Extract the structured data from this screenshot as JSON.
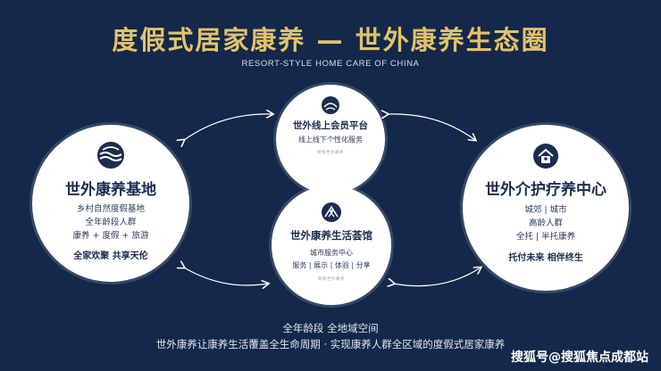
{
  "header": {
    "title": "度假式居家康养 — 世外康养生态圈",
    "subtitle": "RESORT-STYLE HOME CARE OF CHINA"
  },
  "nodes": {
    "left": {
      "title": "世外康养基地",
      "lines": [
        "乡村自然度假基地",
        "全年龄段人群",
        "康养 + 度假 + 旅游"
      ],
      "slogan": "全家欢聚  共享天伦",
      "icon": "wave-sun-logo-icon"
    },
    "right": {
      "title": "世外介护疗养中心",
      "lines": [
        "城郊 | 城市",
        "高龄人群",
        "全托 | 半托康养"
      ],
      "slogan": "托付未来  相伴终生",
      "icon": "house-person-icon"
    },
    "top": {
      "title": "世外线上会员平台",
      "line": "线上线下个性化服务",
      "tiny": "颐和世外康养",
      "icon": "globe-arc-icon"
    },
    "bottom": {
      "title": "世外康养生活荟馆",
      "lines": [
        "城市服务中心",
        "服务 | 展示 | 体验 | 分享"
      ],
      "tiny": "颐和世外康养",
      "icon": "mountain-person-icon"
    }
  },
  "footer": {
    "line1": "全年龄段   全地域空间",
    "line2": "世外康养让康养生活覆盖全生命周期 · 实现康养人群全区域的度假式居家康养"
  },
  "watermark": "搜狐号@搜狐焦点成都站",
  "colors": {
    "background": "#13284a",
    "title_gold": "#e2c26a",
    "circle_fill": "#ffffff",
    "navy_text": "#1b2c4e"
  }
}
